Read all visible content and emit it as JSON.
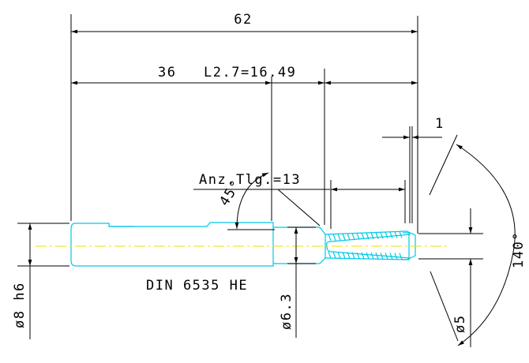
{
  "dimensions": {
    "total_length": "62",
    "shank_length": "36",
    "l_spec": "L2.7=16.49",
    "end_gap": "1",
    "thread_count": "Anz.Tlg.=13",
    "chamfer_angle": "45°",
    "cone_angle": "140°",
    "shank_diameter": "ø8 h6",
    "neck_diameter": "ø6.3",
    "tip_diameter": "ø5"
  },
  "standard": "DIN 6535 HE",
  "colors": {
    "part": "#00c8e6",
    "centerline": "#e6e600",
    "dimension": "#000000"
  }
}
